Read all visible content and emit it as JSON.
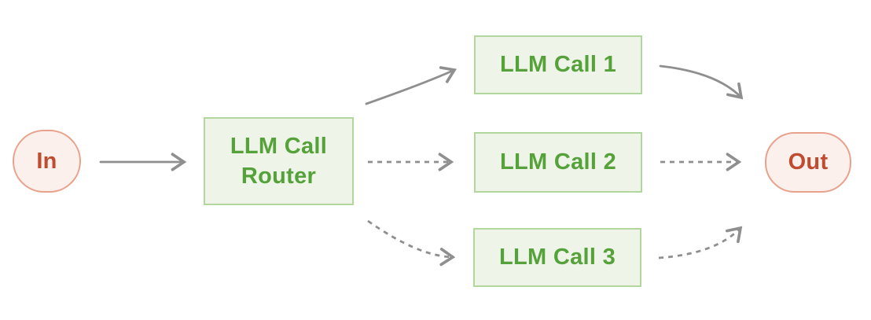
{
  "colors": {
    "canvas_bg": "#ffffff",
    "green_fill": "#eef4e7",
    "green_border": "#b2d79c",
    "green_text": "#55a13a",
    "pink_fill": "#fcf0ec",
    "pink_border": "#e8a28c",
    "red_text": "#bf4c30",
    "arrow_gray": "#8f8f8f"
  },
  "diagram": {
    "nodes": {
      "input": {
        "label": "In",
        "shape": "pill",
        "color": "pink"
      },
      "router": {
        "label": "LLM Call Router",
        "shape": "rect",
        "color": "green"
      },
      "call1": {
        "label": "LLM Call 1",
        "shape": "rect",
        "color": "green"
      },
      "call2": {
        "label": "LLM Call 2",
        "shape": "rect",
        "color": "green"
      },
      "call3": {
        "label": "LLM Call 3",
        "shape": "rect",
        "color": "green"
      },
      "output": {
        "label": "Out",
        "shape": "pill",
        "color": "pink"
      }
    },
    "edges": [
      {
        "from": "input",
        "to": "router",
        "style": "solid"
      },
      {
        "from": "router",
        "to": "call1",
        "style": "solid"
      },
      {
        "from": "router",
        "to": "call2",
        "style": "dashed"
      },
      {
        "from": "router",
        "to": "call3",
        "style": "dashed"
      },
      {
        "from": "call1",
        "to": "output",
        "style": "solid"
      },
      {
        "from": "call2",
        "to": "output",
        "style": "dashed"
      },
      {
        "from": "call3",
        "to": "output",
        "style": "dashed"
      }
    ]
  }
}
